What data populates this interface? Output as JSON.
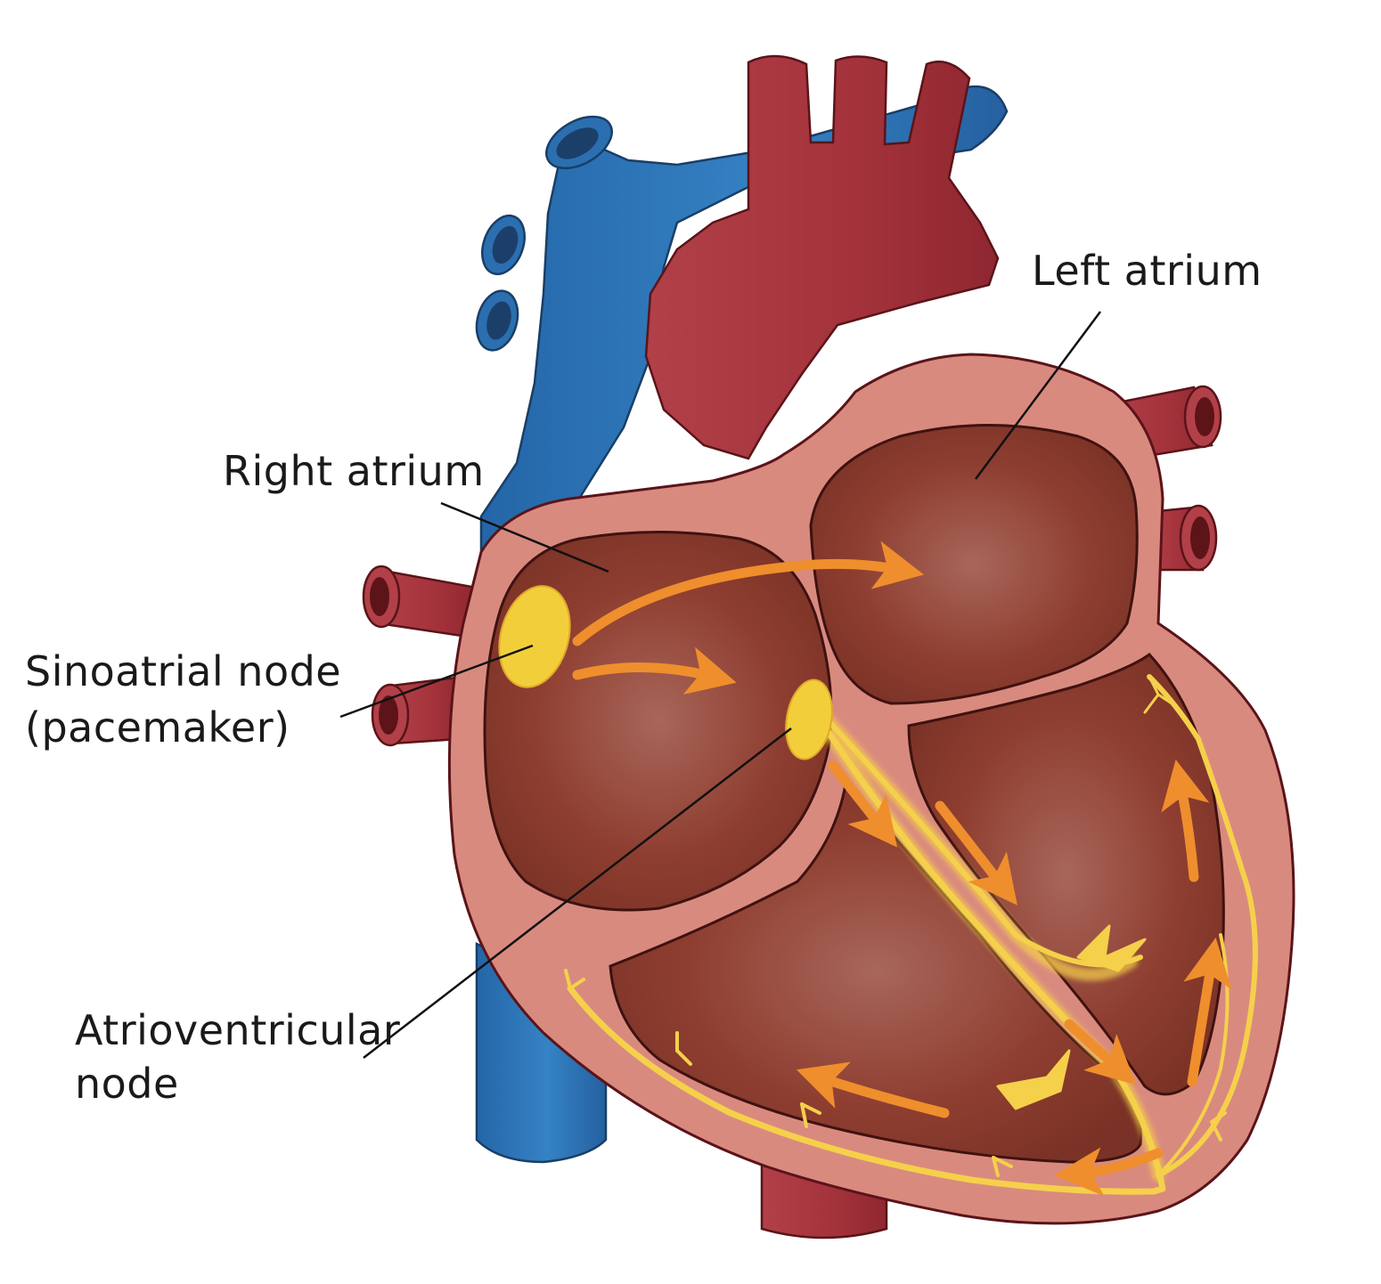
{
  "labels": {
    "left_atrium": "Left atrium",
    "right_atrium": "Right atrium",
    "sa_node_line1": "Sinoatrial node",
    "sa_node_line2": "(pacemaker)",
    "av_node_line1": "Atrioventricular",
    "av_node_line2": "node"
  },
  "colors": {
    "vein_blue": "#2e73b5",
    "artery_red": "#a52f38",
    "heart_wall": "#d98a7f",
    "chamber": "#8e3b2e",
    "node_yellow": "#f2cf3a",
    "impulse_orange": "#ef8e2c",
    "conduction_yellow": "#f5d04a"
  }
}
